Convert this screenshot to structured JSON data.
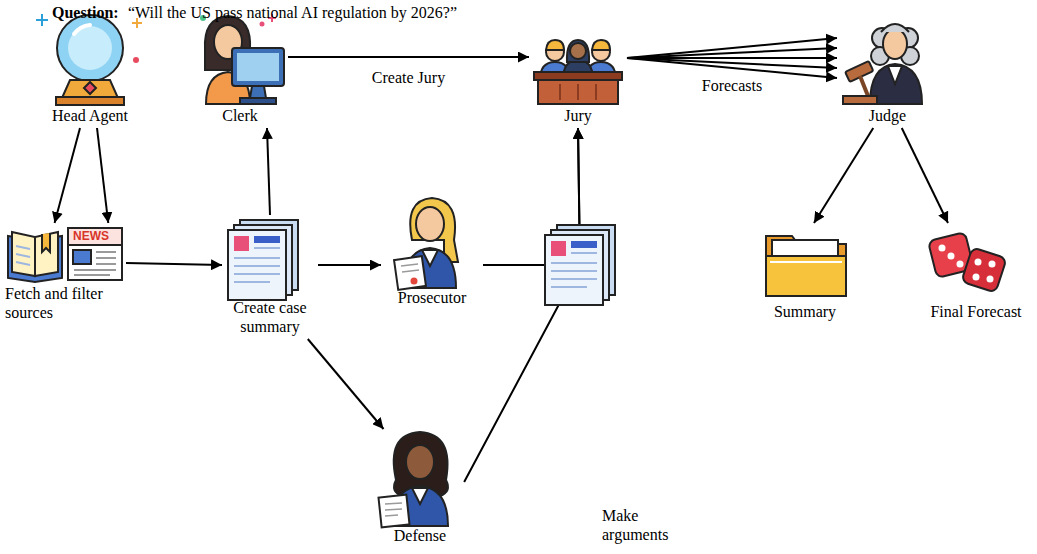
{
  "diagram": {
    "title": "“Will the US pass national AI regulation by 2026?”",
    "nodes": [
      {
        "text": [
          "Head Agent"
        ]
      },
      {
        "text": [
          "Clerk"
        ]
      },
      {
        "text": [
          "Jury"
        ]
      },
      {
        "text": [
          "Judge"
        ]
      },
      {
        "text": [
          "Fetch and filter sources"
        ]
      },
      {
        "text": [
          "Create case summary"
        ]
      },
      {
        "text": [
          "Prosecutor"
        ]
      },
      {
        "text": [
          "Defense"
        ]
      },
      {
        "text": [
          "Summary"
        ]
      },
      {
        "text": [
          "Final Forecast"
        ]
      }
    ],
    "edges": [
      {
        "from": 0,
        "to": 4,
        "arrow": "to"
      },
      {
        "from": 0,
        "to": 4,
        "arrow": "to"
      },
      {
        "from": 4,
        "to": 5,
        "arrow": "to"
      },
      {
        "from": 5,
        "to": 1,
        "arrow": "to"
      },
      {
        "from": 5,
        "to": 6,
        "arrow": "to"
      },
      {
        "from": 5,
        "to": 7,
        "arrow": "to"
      },
      {
        "from": 1,
        "to": 2,
        "label": "Create Jury",
        "arrow": "to"
      },
      {
        "from": 2,
        "to": 3,
        "arrow": "to"
      },
      {
        "from": 2,
        "to": 3,
        "arrow": "to"
      },
      {
        "from": 2,
        "to": 3,
        "label": "Forecasts",
        "arrow": "to"
      },
      {
        "from": 2,
        "to": 3,
        "arrow": "to"
      },
      {
        "from": 2,
        "to": 3,
        "arrow": "to"
      },
      {
        "from": 6,
        "to": 2,
        "arrow": "to"
      },
      {
        "from": 7,
        "to": 2,
        "label": "Make arguments",
        "arrow": "to"
      },
      {
        "from": 3,
        "to": 8,
        "arrow": "to"
      },
      {
        "from": 3,
        "to": 9,
        "arrow": "to"
      }
    ],
    "labels": [
      "Question:",
      "NEWS"
    ]
  }
}
